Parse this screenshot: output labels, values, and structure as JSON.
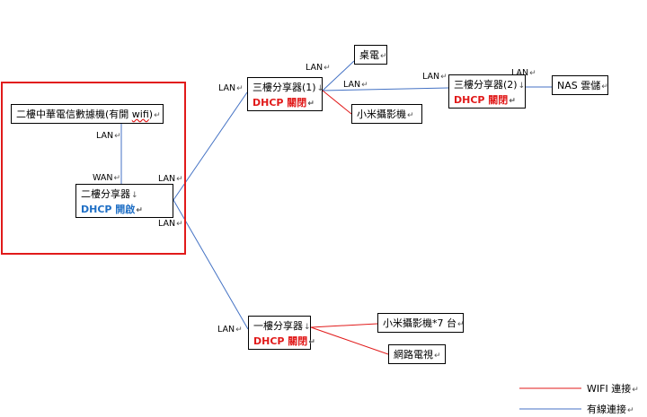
{
  "colors": {
    "wired": "#4472c4",
    "wifi": "#e11a1a",
    "frame": "#e11a1a",
    "dhcp_on": "#1f6fc5",
    "dhcp_off": "#e11a1a"
  },
  "nodes": {
    "cht": {
      "name_prefix": "二樓中華電信數據機(有開 ",
      "name_wifi": "wifi",
      "name_suffix": ")"
    },
    "floor2_router": {
      "name": "二樓分享器",
      "dhcp": "DHCP 開啟"
    },
    "floor3_router1": {
      "name": "三樓分享器(1)",
      "dhcp": "DHCP 關閉"
    },
    "floor3_router2": {
      "name": "三樓分享器(2)",
      "dhcp": "DHCP 關閉"
    },
    "desktop": {
      "name": "桌電"
    },
    "xiaomi_cam": {
      "name": "小米攝影機"
    },
    "nas": {
      "name": "NAS 雲儲"
    },
    "floor1_router": {
      "name": "一樓分享器",
      "dhcp": "DHCP 關閉"
    },
    "xiaomi_cams7": {
      "name": "小米攝影機*7 台"
    },
    "iptv": {
      "name": "網路電視"
    }
  },
  "port_labels": {
    "cht_lan": "LAN",
    "f2_wan": "WAN",
    "f2_lan_upper": "LAN",
    "f2_lan_lower": "LAN",
    "f3r1_lan_in": "LAN",
    "f3r1_lan_desktop": "LAN",
    "f3r1_lan_out": "LAN",
    "f3r2_lan_in": "LAN",
    "f3r2_lan_nas": "LAN",
    "f1_lan_in": "LAN"
  },
  "legend": {
    "wifi": "WIFI 連接",
    "wired": "有線連接"
  }
}
